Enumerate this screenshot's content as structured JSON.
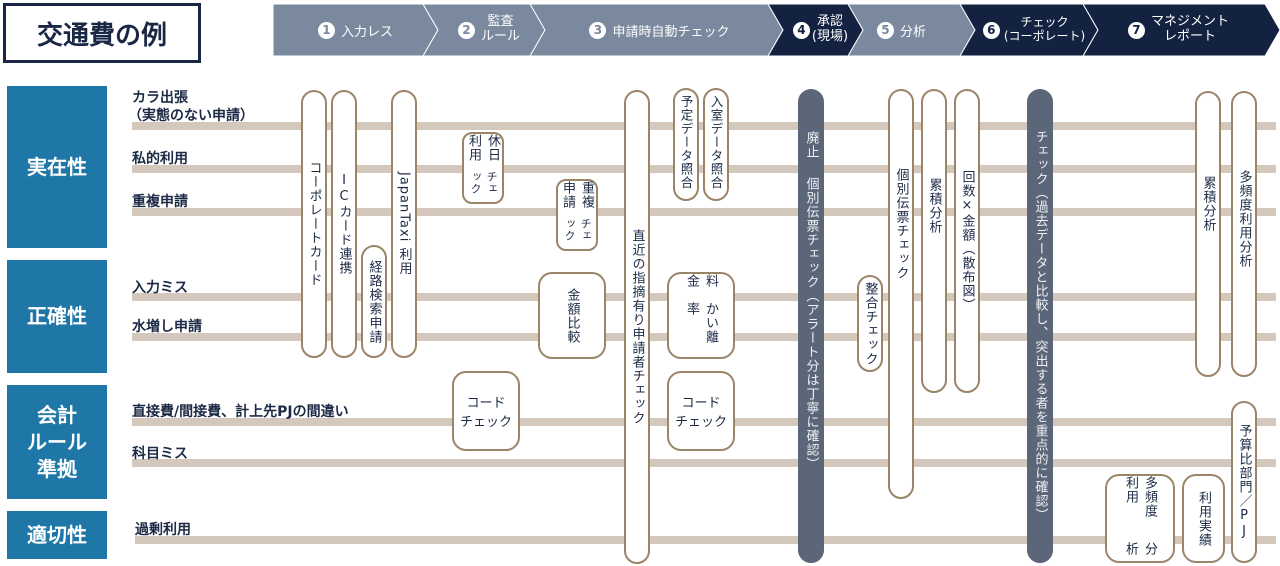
{
  "title": "交通費の例",
  "steps": [
    {
      "num": "1",
      "label": "入力レス",
      "style": "light"
    },
    {
      "num": "2",
      "label_top": "監査",
      "label_bottom": "ルール",
      "style": "light"
    },
    {
      "num": "3",
      "label": "申請時自動チェック",
      "style": "light"
    },
    {
      "num": "4",
      "label_top": "承認",
      "label_bottom": "(現場)",
      "style": "dark"
    },
    {
      "num": "5",
      "label": "分析",
      "style": "light"
    },
    {
      "num": "6",
      "label_top": "チェック",
      "label_bottom": "(コーポレート)",
      "style": "dark"
    },
    {
      "num": "7",
      "label_top": "マネジメント",
      "label_bottom": "レポート",
      "style": "dark"
    }
  ],
  "colors": {
    "step_light": "#7a899d",
    "step_dark": "#142241",
    "category": "#1f77a8",
    "row_line": "#d3c8bb",
    "pill_border": "#9b8569",
    "pill_dark": "#5b6679"
  },
  "categories": [
    {
      "label": "実在性"
    },
    {
      "label": "正確性"
    },
    {
      "label": "会計\nルール\n準拠",
      "lines": [
        "会計",
        "ルール",
        "準拠"
      ]
    },
    {
      "label": "適切性"
    }
  ],
  "rows": [
    {
      "label": "カラ出張",
      "sub": "（実態のない申請）"
    },
    {
      "label": "私的利用"
    },
    {
      "label": "重複申請"
    },
    {
      "label": "入力ミス"
    },
    {
      "label": "水増し申請"
    },
    {
      "label": "直接費/間接費、計上先PJの間違い"
    },
    {
      "label": "科目ミス"
    },
    {
      "label": "過剰利用"
    }
  ],
  "controls": {
    "corporate_card": "コーポレートカード",
    "ic_card": "ICカード連携",
    "route_search": "経路検索申請",
    "japantaxi": "JapanTaxi 利用",
    "holiday_use_check": "休日利用チェック",
    "holiday_use_check_cols": [
      "休日利用",
      "チェック"
    ],
    "dup_check": "重複申請チェック",
    "dup_check_cols": [
      "重複申請",
      "チェック"
    ],
    "amount_compare": "金額比較",
    "code_check_1": [
      "コード",
      "チェック"
    ],
    "recent_flagged": "直近の指摘有り申請者チェック",
    "schedule_match": "予定データ照合",
    "entry_match": "入室データ照合",
    "fare_deviation": "料金かい離率",
    "fare_deviation_cols": [
      "料金",
      "かい離率"
    ],
    "code_check_2": [
      "コード",
      "チェック"
    ],
    "abolish_individual": "廃止",
    "abolish_individual_rest": "個別伝票チェック（アラート分は丁寧に確認）",
    "consistency_check": "整合チェック",
    "individual_slip_check": "個別伝票チェック",
    "cumulative_analysis_1": "累積分析",
    "count_amount": "回数×金額（散布図）",
    "corporate_check": "チェック（過去データと比較し、突出する者を重点的に確認）",
    "cumulative_analysis_2": "累積分析",
    "frequent_use_analysis": "多頻度利用分析",
    "frequent_use_analysis_2_cols": [
      "多頻度利用",
      "分析"
    ],
    "usage_record": "利用実績",
    "budget_compare": "予算比部門／PJ"
  }
}
